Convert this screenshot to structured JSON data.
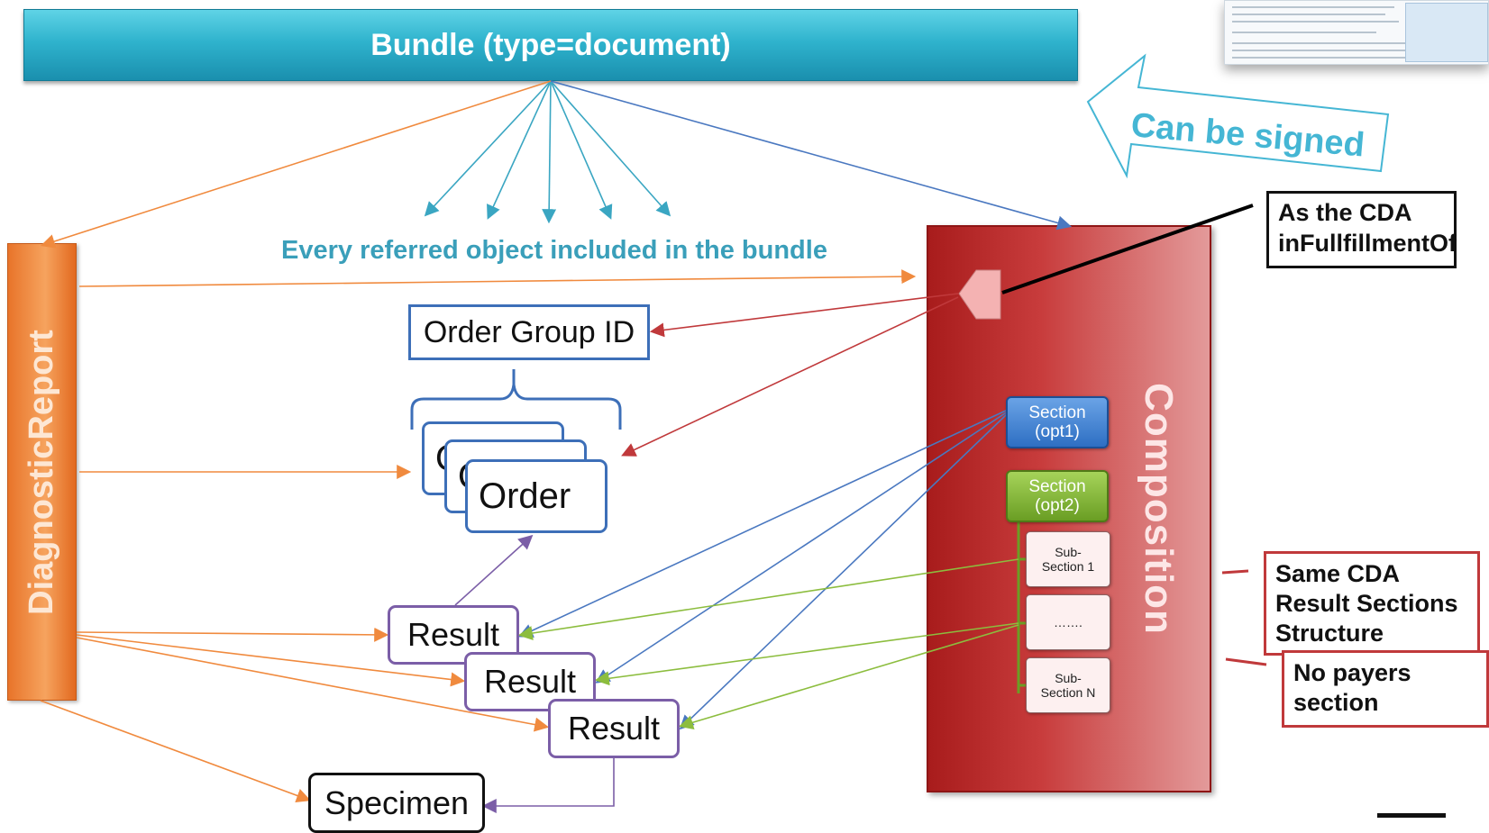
{
  "bundle": {
    "title": "Bundle (type=document)"
  },
  "labels": {
    "every_referred": "Every referred object included in the bundle",
    "can_be_signed": "Can be signed",
    "diagnostic_report": "DiagnosticReport",
    "composition": "Composition",
    "order_group_id": "Order Group ID",
    "order": "Order",
    "order_partial_1": "O",
    "order_partial_2": "O",
    "result": "Result",
    "specimen": "Specimen"
  },
  "sections": {
    "section1": {
      "line1": "Section",
      "line2": "(opt1)"
    },
    "section2": {
      "line1": "Section",
      "line2": "(opt2)"
    },
    "sub1": {
      "line1": "Sub-",
      "line2": "Section 1"
    },
    "sub_dots": "…….",
    "subN": {
      "line1": "Sub-",
      "line2": "Section N"
    }
  },
  "notes": {
    "cda_line1": "As the CDA",
    "cda_line2": "inFullfillmentOf",
    "same_line1": "Same CDA",
    "same_line2": "Result Sections",
    "same_line3": "Structure",
    "payers_line1": "No payers",
    "payers_line2": "section"
  },
  "colors": {
    "bundle": "#2fb3cd",
    "diagnostic_report": "#f08a3e",
    "composition": "#c03030",
    "order_border": "#3d6fb8",
    "result_border": "#7b5ea7",
    "teal_arrows": "#3aa6c2",
    "orange_arrows": "#f08a3e",
    "red_arrows": "#c0393b",
    "blue_arrows": "#4a78c0",
    "green_arrows": "#8cbd3e",
    "purple_arrows": "#7b5ea7"
  }
}
